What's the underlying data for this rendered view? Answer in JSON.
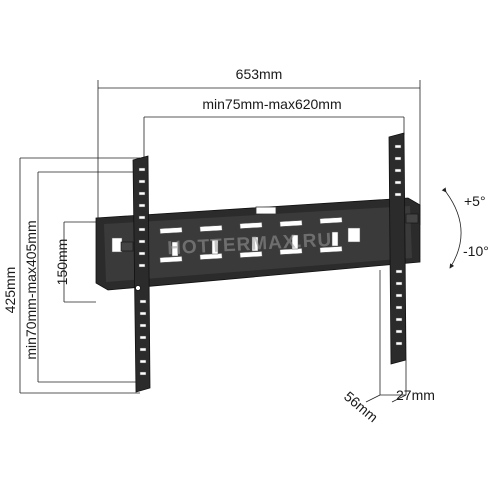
{
  "dimensions": {
    "overall_width": "653mm",
    "vesa_width": "min75mm-max620mm",
    "overall_height": "425mm",
    "vesa_height": "min70mm-max405mm",
    "plate_height": "150mm",
    "depth_max": "56mm",
    "depth_min": "27mm"
  },
  "tilt": {
    "up": "+5°",
    "down": "-10°"
  },
  "watermark": "HOTTERMAX.RU",
  "colors": {
    "line": "#222222",
    "metal": "#2b2b2b",
    "text": "#1a1a1a"
  }
}
